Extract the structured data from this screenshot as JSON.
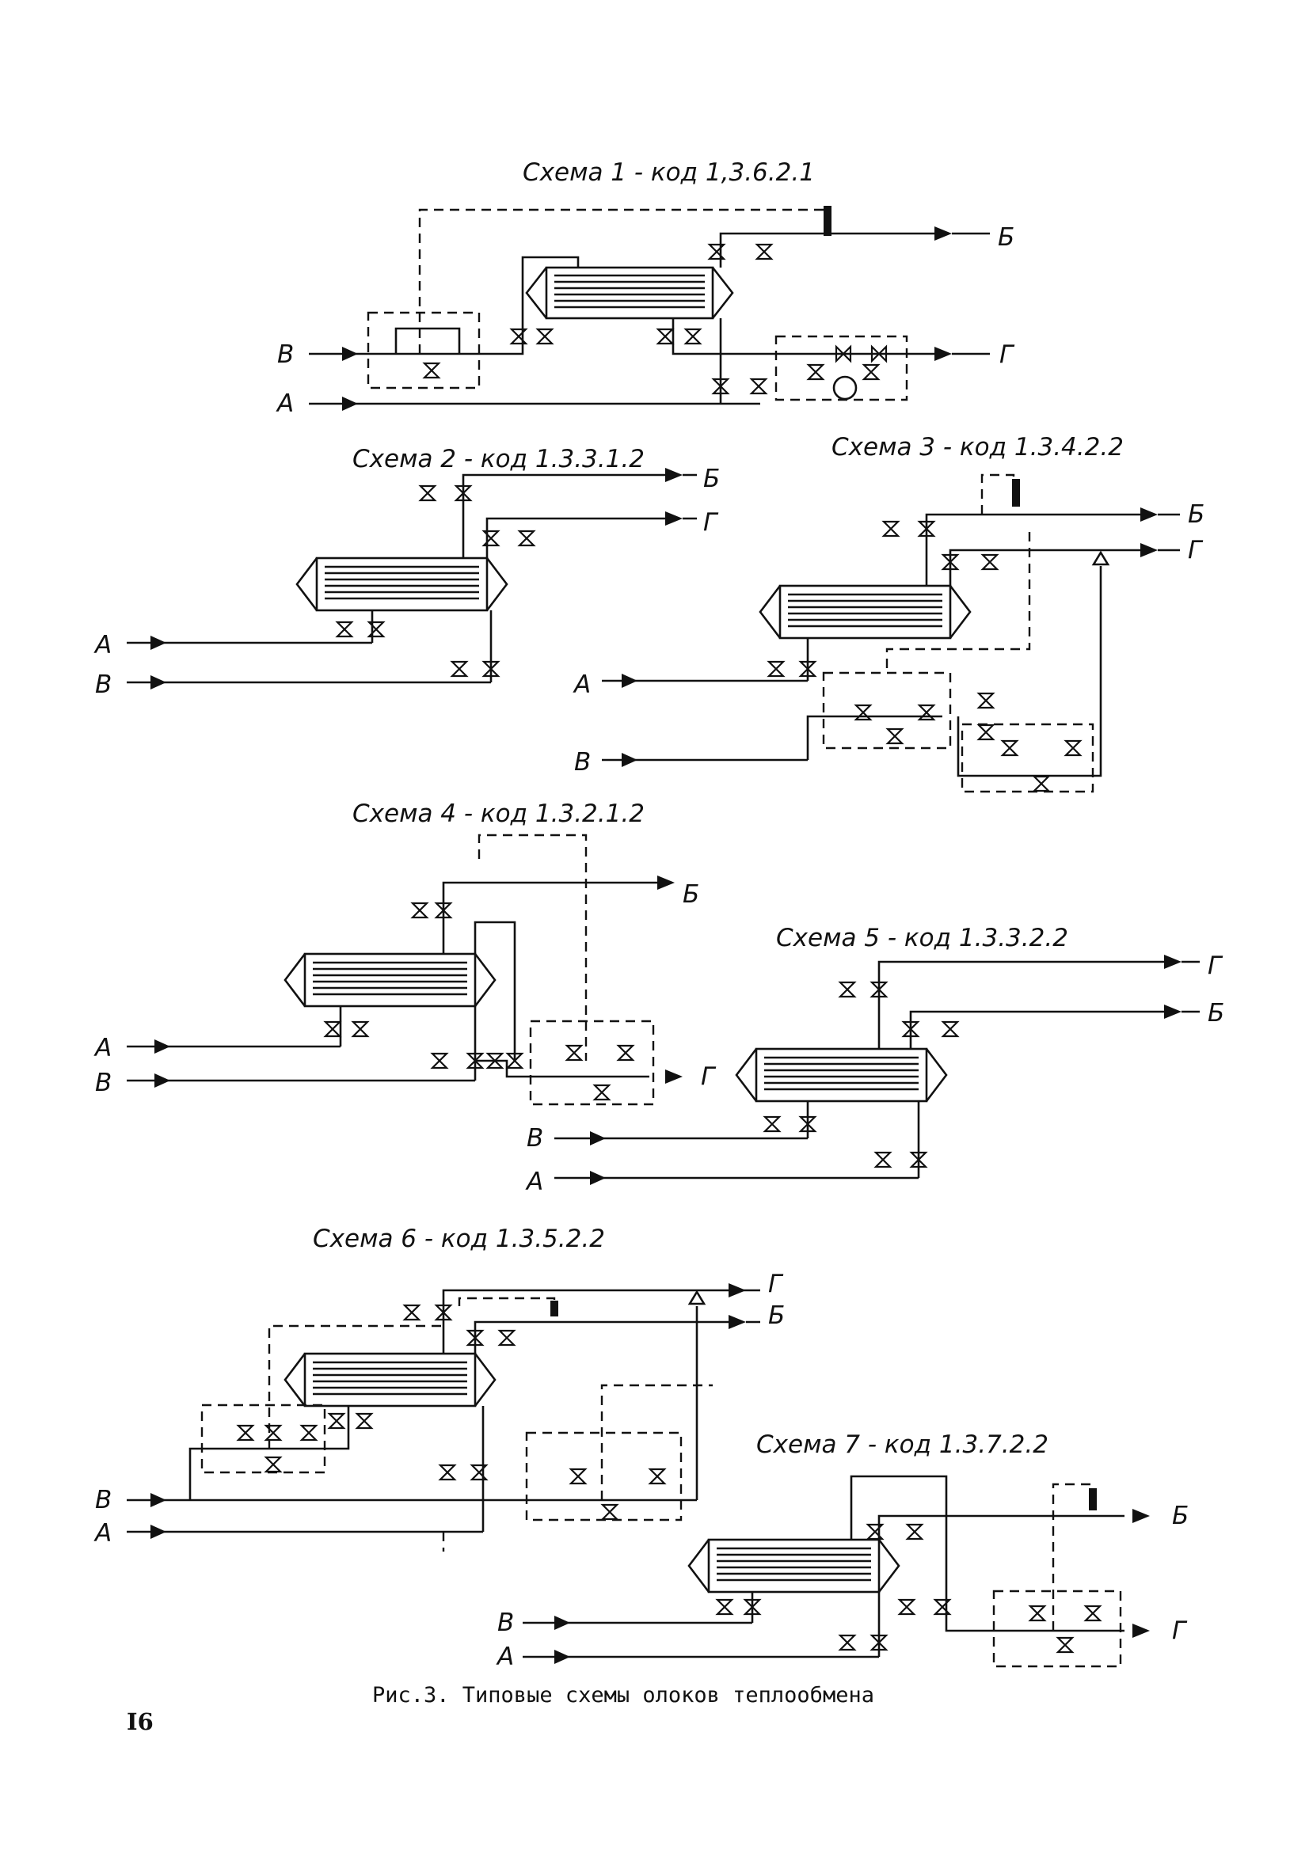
{
  "figure": {
    "caption": "Рис.3. Типовые схемы олоков теплообмена",
    "page_number": "I6"
  },
  "schemes": [
    {
      "title": "Схема 1 - код 1,3.6.2.1",
      "labels": [
        "Б",
        "В",
        "Г",
        "А"
      ]
    },
    {
      "title": "Схема 2 - код 1.3.3.1.2",
      "labels": [
        "Б",
        "Г",
        "А",
        "В"
      ]
    },
    {
      "title": "Схема 3 - код 1.3.4.2.2",
      "labels": [
        "Б",
        "Г",
        "А",
        "В"
      ]
    },
    {
      "title": "Схема 4 - код 1.3.2.1.2",
      "labels": [
        "Б",
        "А",
        "В",
        "Г"
      ]
    },
    {
      "title": "Схема 5 - код 1.3.3.2.2",
      "labels": [
        "Г",
        "Б",
        "В",
        "А"
      ]
    },
    {
      "title": "Схема 6 - код 1.3.5.2.2",
      "labels": [
        "Г",
        "Б",
        "В",
        "А"
      ]
    },
    {
      "title": "Схема 7 - код 1.3.7.2.2",
      "labels": [
        "Б",
        "Г",
        "В",
        "А"
      ]
    }
  ]
}
